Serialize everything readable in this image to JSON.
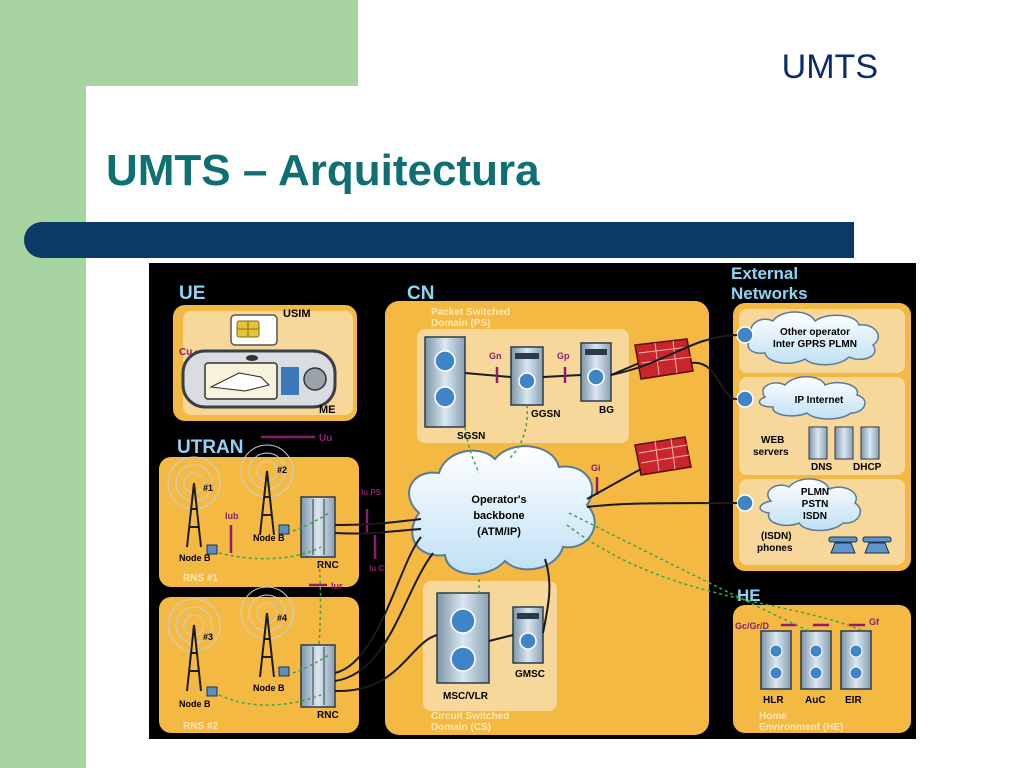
{
  "slide": {
    "corner_title": "UMTS",
    "title": "UMTS – Arquitectura"
  },
  "diagram": {
    "ue_title": "UE",
    "usim": "USIM",
    "cu": "Cu",
    "me": "ME",
    "utran_title": "UTRAN",
    "uu": "Uu",
    "node1": "#1",
    "node2": "#2",
    "node3": "#3",
    "node4": "#4",
    "node_b": "Node B",
    "iub": "Iub",
    "rnc": "RNC",
    "iur": "Iur",
    "iu_ps": "Iu PS",
    "iu_cs": "Iu CS",
    "rns1": "RNS #1",
    "rns2": "RNS #2",
    "cn_title": "CN",
    "ps_domain_line1": "Packet Switched",
    "ps_domain_line2": "Domain (PS)",
    "sgsn": "SGSN",
    "ggsn": "GGSN",
    "bg": "BG",
    "gn": "Gn",
    "gp": "Gp",
    "gi": "Gi",
    "backbone_line1": "Operator's",
    "backbone_line2": "backbone",
    "backbone_line3": "(ATM/IP)",
    "msc_vlr": "MSC/VLR",
    "gmsc": "GMSC",
    "cs_domain_line1": "Circuit Switched",
    "cs_domain_line2": "Domain (CS)",
    "ext_title_line1": "External",
    "ext_title_line2": "Networks",
    "other_op_line1": "Other operator",
    "other_op_line2": "Inter GPRS PLMN",
    "ip_internet": "IP Internet",
    "web_servers_line1": "WEB",
    "web_servers_line2": "servers",
    "dns": "DNS",
    "dhcp": "DHCP",
    "plmn": "PLMN",
    "pstn": "PSTN",
    "isdn": "ISDN",
    "isdn_phones_line1": "(ISDN)",
    "isdn_phones_line2": "phones",
    "he_title": "HE",
    "gc_gr_d": "Gc/Gr/D",
    "gf": "Gf",
    "hlr": "HLR",
    "auc": "AuC",
    "eir": "EIR",
    "home_env_line1": "Home",
    "home_env_line2": "Environment (HE)"
  },
  "colors": {
    "panel": "#f4b942",
    "panel_light": "#f8d79a",
    "background": "#000000",
    "heading": "#8fd3f4",
    "interface": "#8b1e6e",
    "title": "#106f73",
    "band": "#0b3a66"
  }
}
